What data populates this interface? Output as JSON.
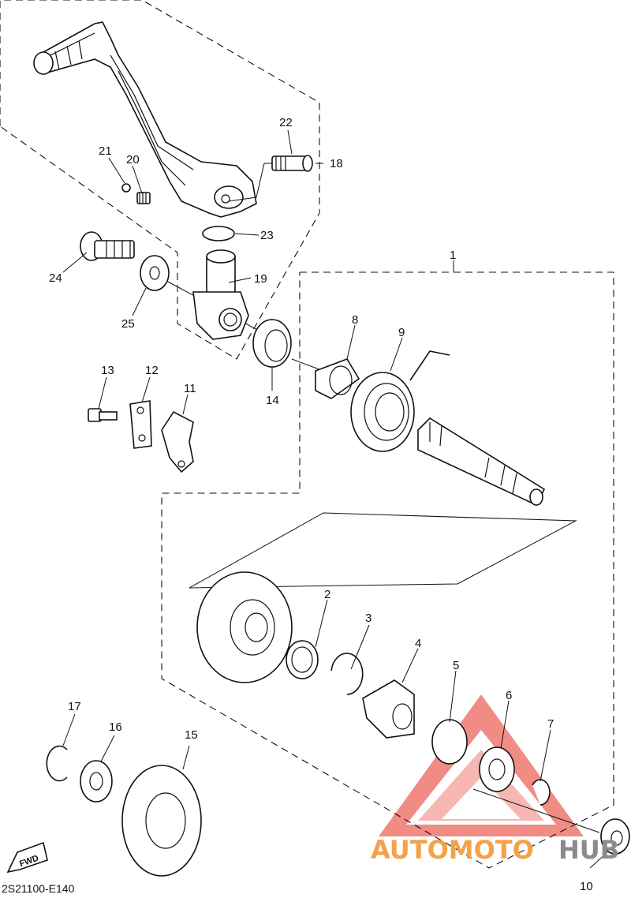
{
  "diagram": {
    "title_code": "2S21100-E140",
    "fwd_label": "FWD",
    "watermark": {
      "brand_left": "AUTOMOTO",
      "brand_right": "HUB",
      "accent_color": "#f4a14a",
      "secondary_color": "#8b8b8b",
      "triangle_color": "#f08c84"
    },
    "callouts": [
      {
        "id": "c1",
        "text": "1"
      },
      {
        "id": "c2",
        "text": "2"
      },
      {
        "id": "c3",
        "text": "3"
      },
      {
        "id": "c4",
        "text": "4"
      },
      {
        "id": "c5",
        "text": "5"
      },
      {
        "id": "c6",
        "text": "6"
      },
      {
        "id": "c7",
        "text": "7"
      },
      {
        "id": "c8",
        "text": "8"
      },
      {
        "id": "c9",
        "text": "9"
      },
      {
        "id": "c10",
        "text": "10"
      },
      {
        "id": "c11",
        "text": "11"
      },
      {
        "id": "c12",
        "text": "12"
      },
      {
        "id": "c13",
        "text": "13"
      },
      {
        "id": "c14",
        "text": "14"
      },
      {
        "id": "c15",
        "text": "15"
      },
      {
        "id": "c16",
        "text": "16"
      },
      {
        "id": "c17",
        "text": "17"
      },
      {
        "id": "c18",
        "text": "18"
      },
      {
        "id": "c19",
        "text": "19"
      },
      {
        "id": "c20",
        "text": "20"
      },
      {
        "id": "c21",
        "text": "21"
      },
      {
        "id": "c22",
        "text": "22"
      },
      {
        "id": "c23",
        "text": "23"
      },
      {
        "id": "c24",
        "text": "24"
      },
      {
        "id": "c25",
        "text": "25"
      }
    ]
  }
}
